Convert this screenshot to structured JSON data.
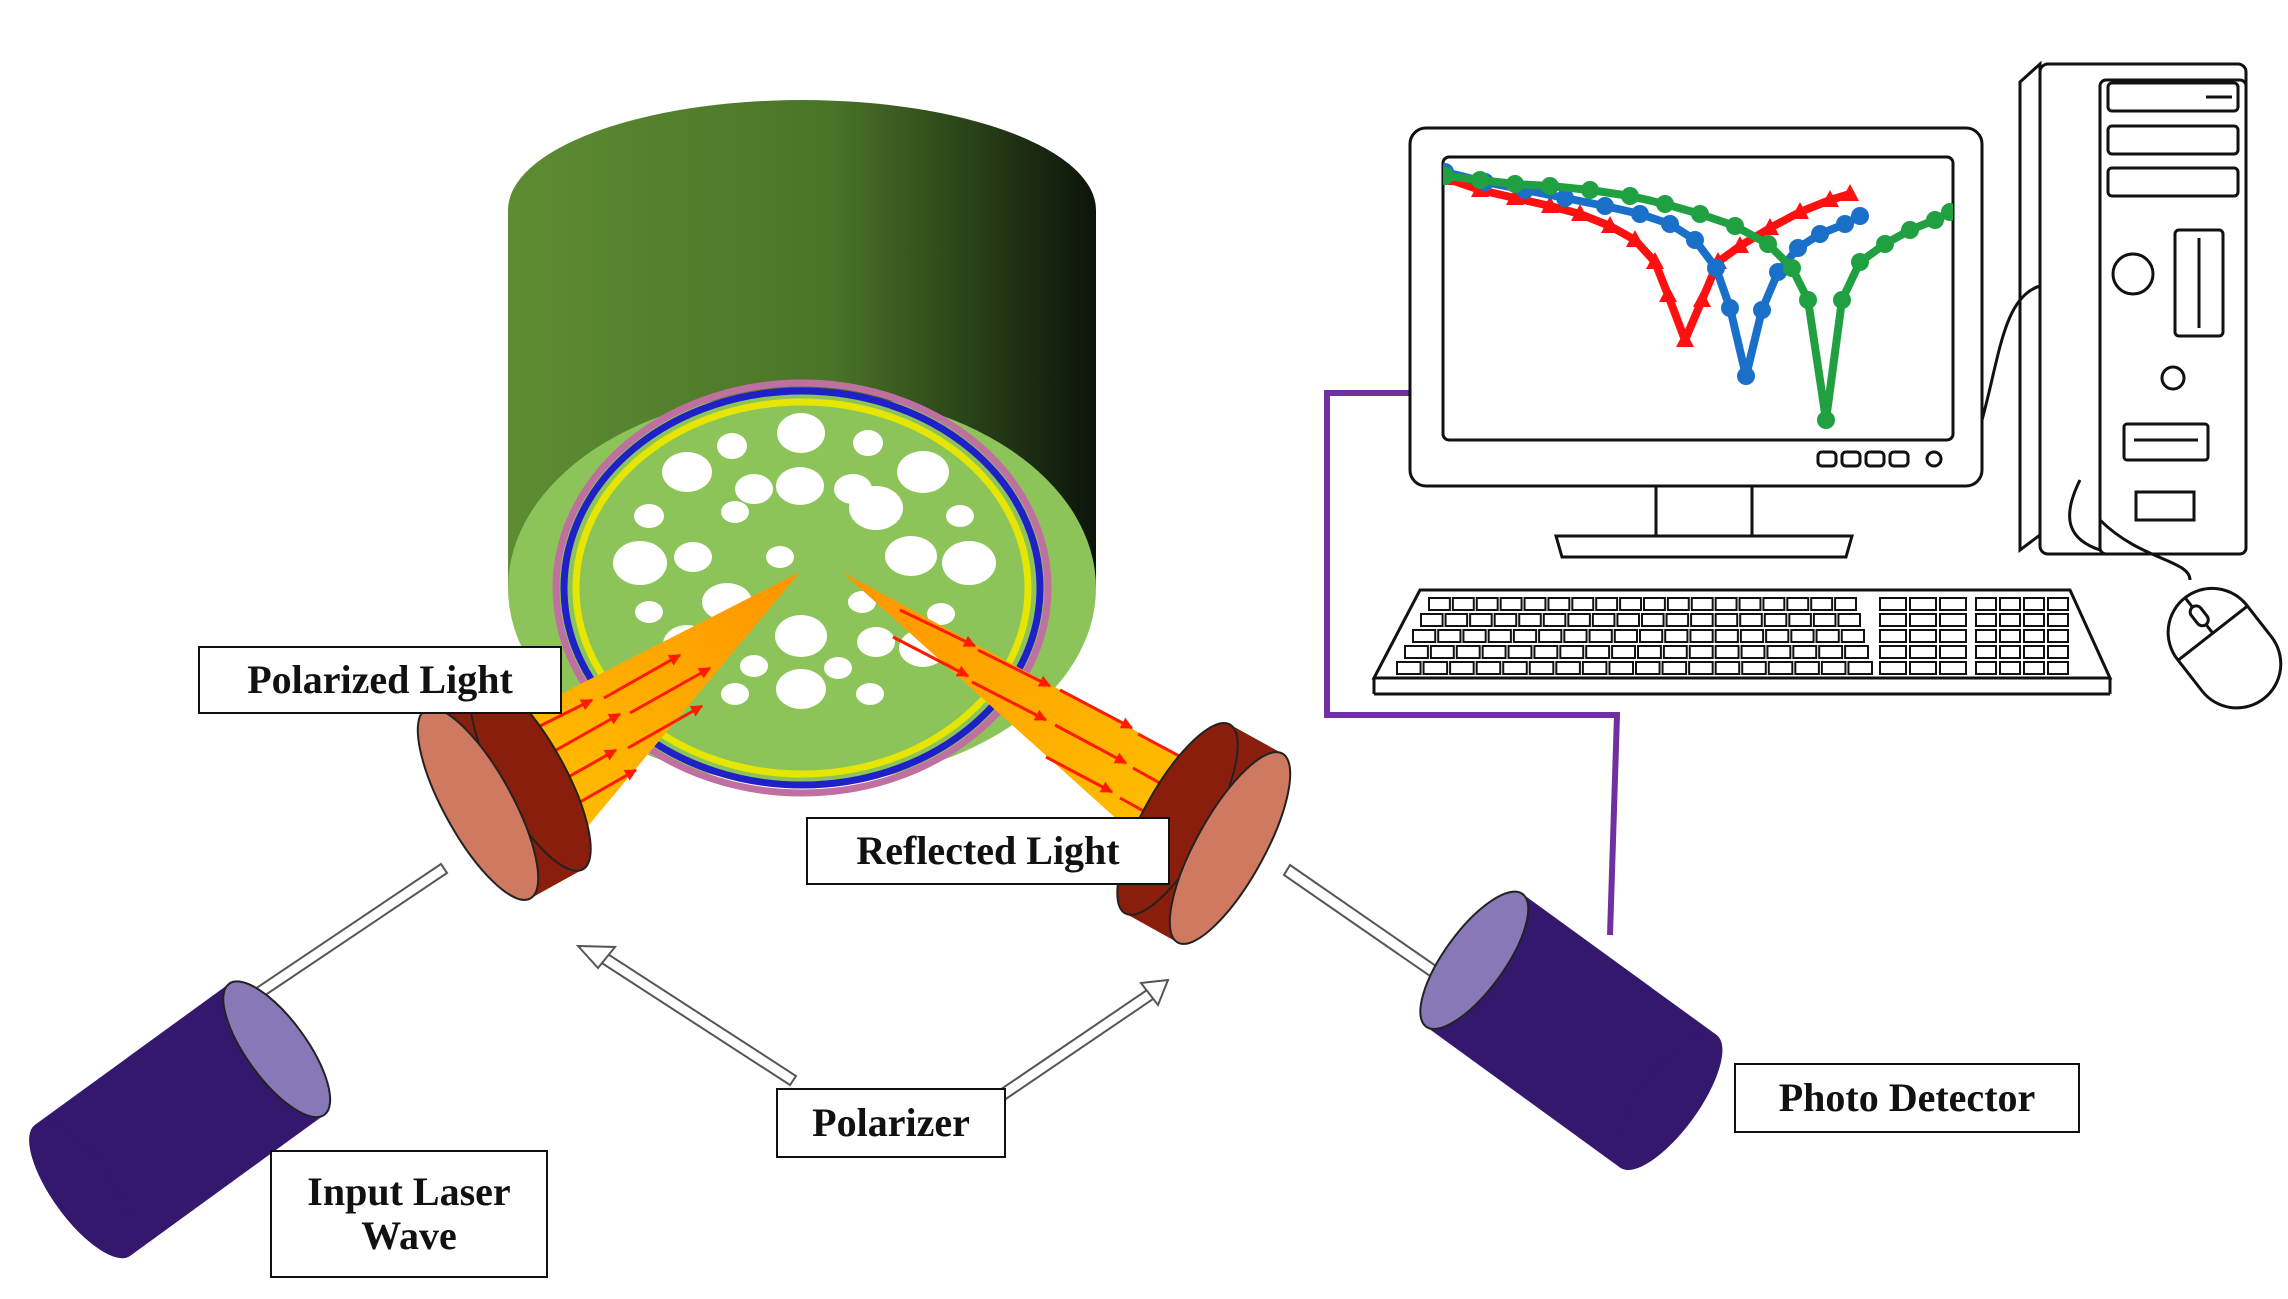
{
  "labels": {
    "polarized_light": "Polarized Light",
    "reflected_light": "Reflected Light",
    "polarizer": "Polarizer",
    "photo_detector": "Photo Detector",
    "input_laser_line1": "Input Laser",
    "input_laser_line2": "Wave"
  },
  "colors": {
    "fiber_body": "#4e7a2a",
    "fiber_face": "#8cc45a",
    "gold_ring": "#e6e600",
    "blue_ring": "#2020c8",
    "pink_ring": "#c070a0",
    "laser_body": "#34186e",
    "laser_cap": "#8878b8",
    "polarizer_rim": "#8a1e0c",
    "polarizer_face": "#cf7a60",
    "beam": "#ffb000",
    "ray": "#ff1a00",
    "wire": "#7030a0",
    "spectrum_red": "#ff1010",
    "spectrum_blue": "#1a70c8",
    "spectrum_green": "#20a040"
  },
  "spectrum_curves": [
    {
      "color": "red",
      "marker": "triangle"
    },
    {
      "color": "blue",
      "marker": "circle"
    },
    {
      "color": "green",
      "marker": "circle"
    }
  ]
}
